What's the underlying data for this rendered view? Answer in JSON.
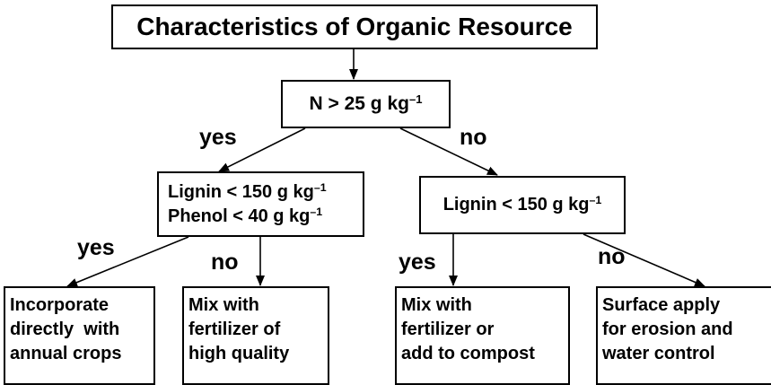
{
  "root": {
    "label": "Characteristics of Organic Resource"
  },
  "n_test": {
    "label": "N > 25 g kg",
    "sup": "–1"
  },
  "lignin_phenol_test": {
    "line1": "Lignin < 150 g kg",
    "line1_sup": "–1",
    "line2": "Phenol < 40 g kg",
    "line2_sup": "–1"
  },
  "lignin_test": {
    "label": "Lignin < 150 g kg",
    "sup": "–1"
  },
  "branches": {
    "n_yes": "yes",
    "n_no": "no",
    "lp_yes": "yes",
    "lp_no": "no",
    "l_yes": "yes",
    "l_no": "no"
  },
  "outcomes": [
    {
      "lines": [
        "Incorporate",
        "directly  with",
        "annual crops"
      ]
    },
    {
      "lines": [
        "Mix with",
        "fertilizer of",
        "high quality"
      ]
    },
    {
      "lines": [
        "Mix with",
        "fertilizer or",
        "add to compost"
      ]
    },
    {
      "lines": [
        "Surface apply",
        "for erosion and",
        "water control"
      ]
    }
  ],
  "colors": {
    "stroke": "#000000",
    "background": "#ffffff"
  }
}
